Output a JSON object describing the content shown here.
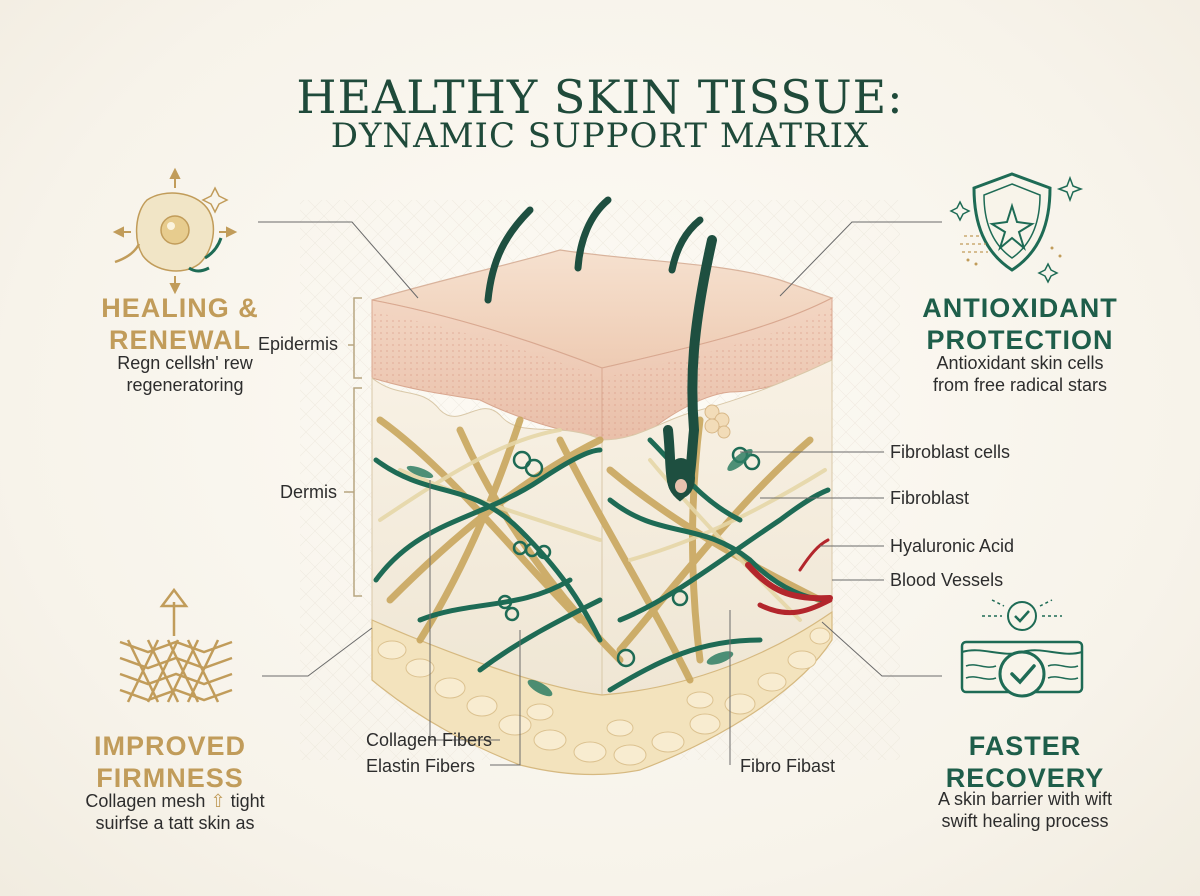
{
  "title": {
    "line1": "HEALTHY SKIN TISSUE:",
    "line2": "DYNAMIC SUPPORT MATRIX"
  },
  "panels": {
    "healing": {
      "heading1": "HEALING &",
      "heading2": "RENEWAL",
      "desc1": "Regn cellsłn' rew",
      "desc2": "regeneratoring"
    },
    "antioxidant": {
      "heading1": "ANTIOXIDANT",
      "heading2": "PROTECTION",
      "desc1": "Antioxidant skin cells",
      "desc2": "from free radical stars"
    },
    "firmness": {
      "heading1": "IMPROVED",
      "heading2": "FIRMNESS",
      "desc1": "Collagen mesh",
      "desc1b": "tight",
      "desc2": "suirfse a tatt skin as"
    },
    "recovery": {
      "heading1": "FASTER",
      "heading2": "RECOVERY",
      "desc1": "A skin barrier with wift",
      "desc2": "swift healing process"
    }
  },
  "labels": {
    "epidermis": "Epidermis",
    "dermis": "Dermis",
    "fibroblast_cells": "Fibroblast cells",
    "fibroblast": "Fibroblast",
    "hyaluronic_acid": "Hyaluronic Acid",
    "blood_vessels": "Blood Vessels",
    "collagen_fibers": "Collagen Fibers",
    "elastin_fibers": "Elastin Fibers",
    "fibro_fibast": "Fibro Fibast"
  },
  "colors": {
    "gold": "#c19c5a",
    "green": "#1e5e4a",
    "title": "#1f4a3a",
    "skin": "#f2d7c2",
    "blood": "#b3262c"
  },
  "icons": {
    "healing": "cell-renewal-icon",
    "antioxidant": "shield-star-icon",
    "firmness": "mesh-arrow-icon",
    "recovery": "skin-check-icon"
  }
}
